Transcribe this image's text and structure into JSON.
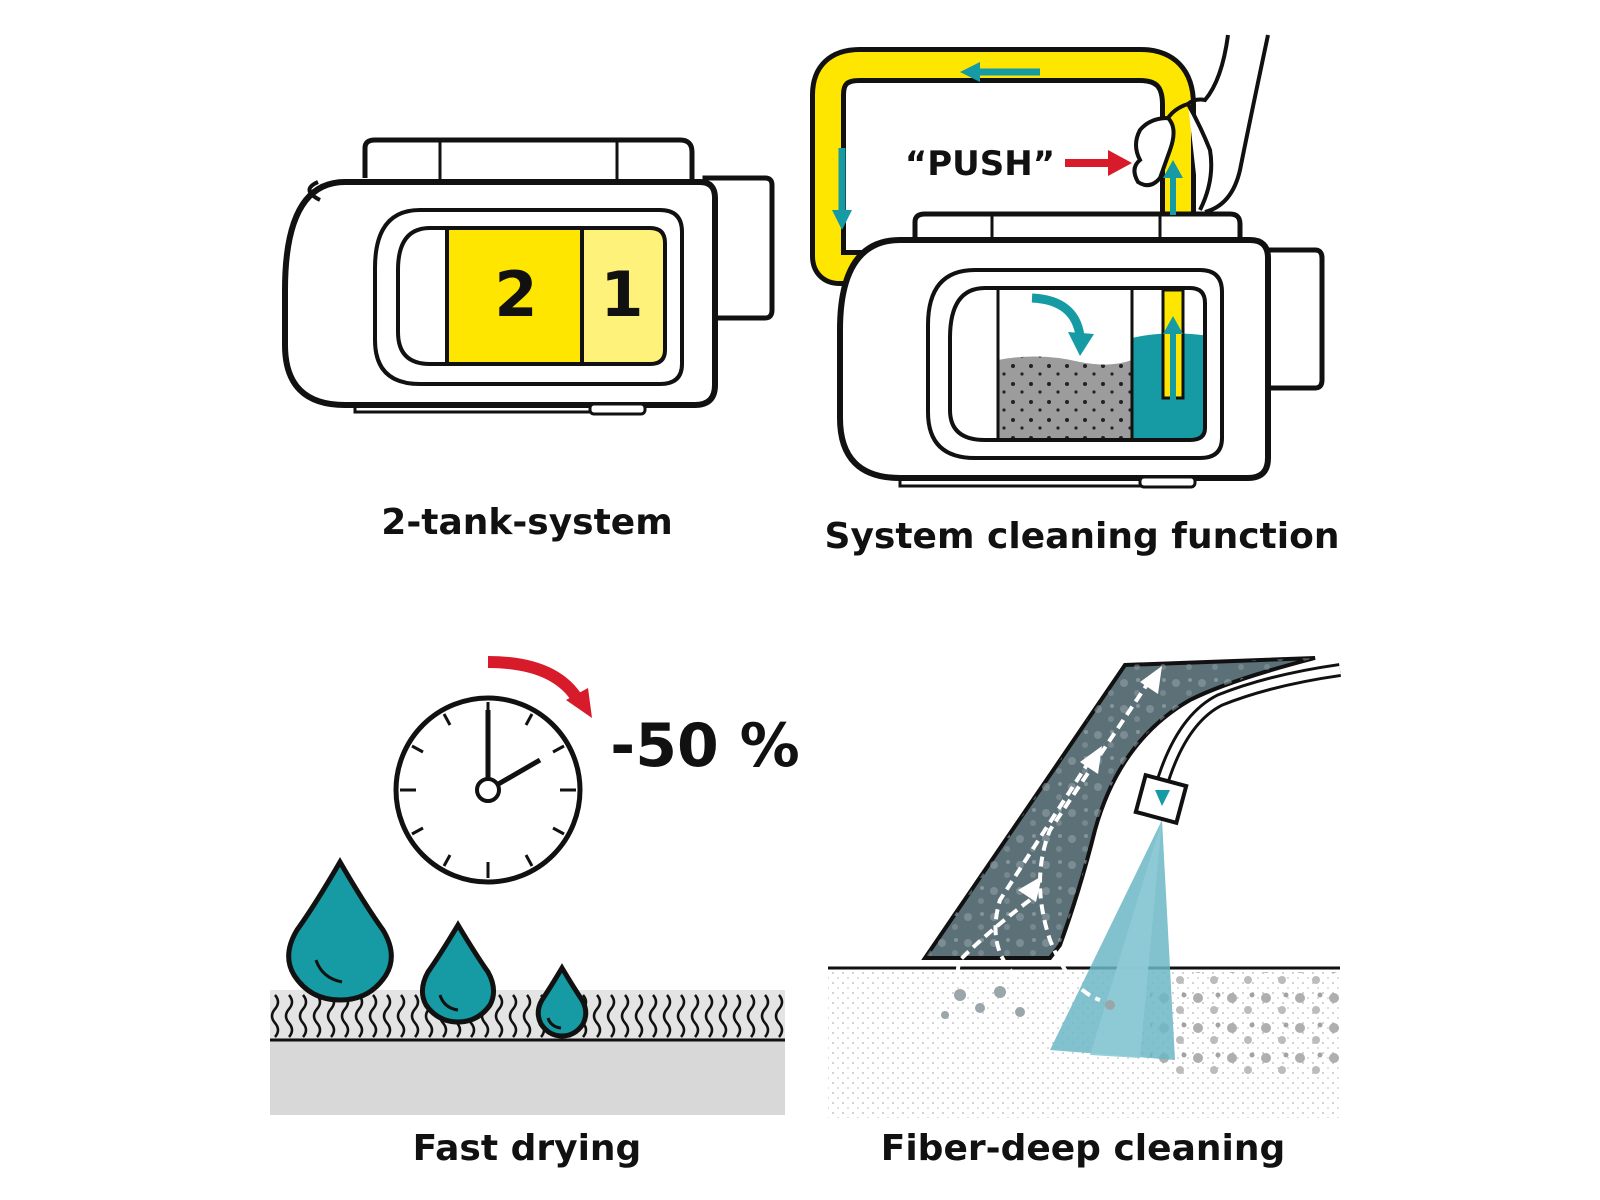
{
  "panels": [
    {
      "caption": "2-tank-system",
      "tank_labels": [
        "2",
        "1"
      ]
    },
    {
      "caption": "System cleaning function",
      "push_label": "“PUSH”"
    },
    {
      "caption": "Fast drying",
      "reduction": "-50 %"
    },
    {
      "caption": "Fiber-deep cleaning"
    }
  ],
  "colors": {
    "yellow": "#ffe600",
    "light_yellow": "#fff27a",
    "teal": "#169aa3",
    "red": "#d81b2b",
    "dark_fiber": "#5c7078",
    "gray": "#9a9a9a",
    "spray": "#6cb7c6"
  },
  "icons": [
    "clock-icon",
    "water-drop-icon",
    "hand-icon",
    "arrow-icon"
  ]
}
